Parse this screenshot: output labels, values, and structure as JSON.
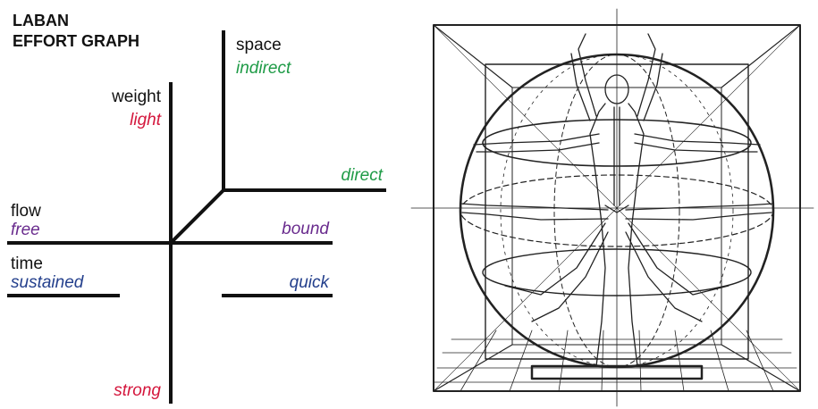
{
  "effort_graph": {
    "title_line1": "LABAN",
    "title_line2": "EFFORT GRAPH",
    "factors": {
      "space": {
        "name": "space",
        "pole_a": "indirect",
        "pole_b": "direct"
      },
      "weight": {
        "name": "weight",
        "pole_a": "light",
        "pole_b": "strong"
      },
      "flow": {
        "name": "flow",
        "pole_a": "free",
        "pole_b": "bound"
      },
      "time": {
        "name": "time",
        "pole_a": "sustained",
        "pole_b": "quick"
      }
    },
    "colors": {
      "space": "#1f9b47",
      "weight": "#d4163c",
      "flow": "#6a2c8e",
      "time": "#233f8c",
      "axis": "#111111"
    }
  },
  "illustration": {
    "subject": "figure-in-kinesphere-drawing",
    "icon": "dancer-sphere-icon"
  }
}
